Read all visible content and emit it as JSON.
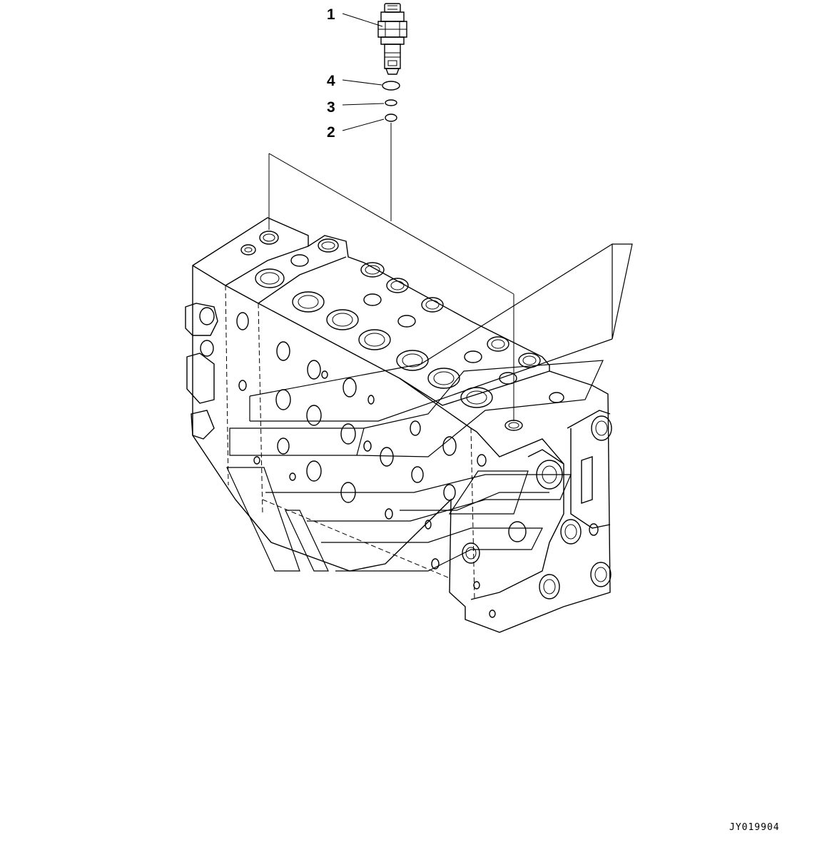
{
  "diagram": {
    "callouts": [
      {
        "number": "1",
        "part": "relief-valve-cartridge"
      },
      {
        "number": "4",
        "part": "o-ring-large"
      },
      {
        "number": "3",
        "part": "o-ring-small"
      },
      {
        "number": "2",
        "part": "o-ring-bottom"
      }
    ],
    "document_id": "JY019904"
  }
}
